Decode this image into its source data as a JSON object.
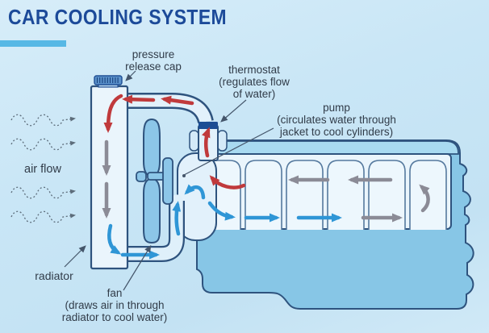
{
  "title": "CAR COOLING SYSTEM",
  "labels": {
    "pressure_cap": {
      "line1": "pressure",
      "line2": "release cap"
    },
    "thermostat": {
      "line1": "thermostat",
      "line2": "(regulates flow",
      "line3": "of water)"
    },
    "pump": {
      "line1": "pump",
      "line2": "(circulates water through",
      "line3": "jacket to cool cylinders)"
    },
    "air_flow": "air flow",
    "radiator": "radiator",
    "fan": {
      "line1": "fan",
      "line2": "(draws air in through",
      "line3": "radiator to cool water)"
    }
  },
  "colors": {
    "background": "#c9e6f6",
    "title_text": "#1c4a99",
    "underline_bar": "#57b8e5",
    "component_outline": "#2e537e",
    "component_fill": "#eaf5fc",
    "engine_body": "#87c6e6",
    "engine_top_band": "#a8daf1",
    "hot_water_arrow": "#c03a3c",
    "cooling_water_arrow": "#8b8b96",
    "cool_water_arrow": "#2f96d6",
    "thermostat_band": "#1d4e94",
    "label_text": "#313c49"
  },
  "components": {
    "radiator": "radiator",
    "pressure_release_cap": "pressure release cap",
    "fan": "fan",
    "pump": "pump",
    "thermostat": "thermostat",
    "engine_block": "engine block with six cylinders",
    "top_hose": "hot water hose to radiator",
    "bottom_hose": "cool water hose from radiator"
  }
}
